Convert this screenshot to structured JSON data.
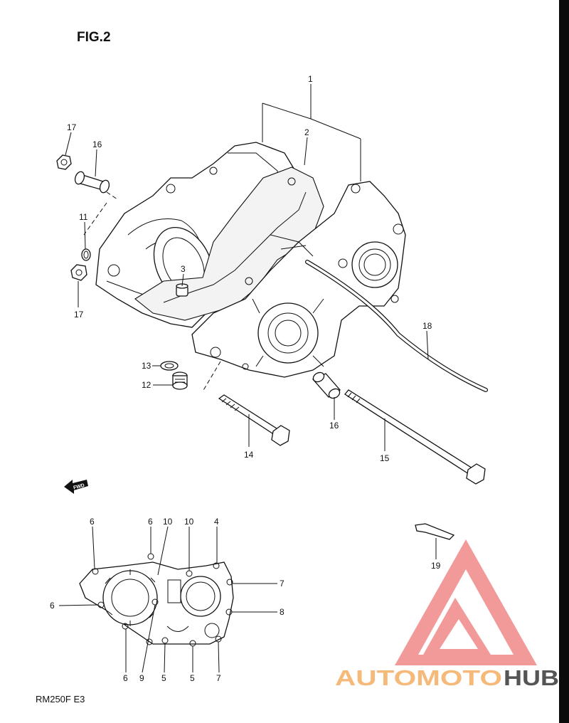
{
  "figure_title": "FIG.2",
  "model_code": "RM250F E3",
  "fwd_arrow_label": "FWD",
  "watermark": {
    "text_a": "AUTOMOTO",
    "text_b": "HUB",
    "color_a": "#f5b97a",
    "color_b": "#555555",
    "logo_color": "#f08080"
  },
  "callouts": {
    "c1": "1",
    "c2": "2",
    "c3": "3",
    "c11": "11",
    "c12": "12",
    "c13": "13",
    "c14": "14",
    "c15": "15",
    "c16a": "16",
    "c16b": "16",
    "c17a": "17",
    "c17b": "17",
    "c18": "18",
    "c19": "19",
    "b4": "4",
    "b5a": "5",
    "b5b": "5",
    "b6a": "6",
    "b6b": "6",
    "b6c": "6",
    "b6d": "6",
    "b7a": "7",
    "b7b": "7",
    "b8": "8",
    "b9": "9",
    "b10a": "10",
    "b10b": "10"
  }
}
